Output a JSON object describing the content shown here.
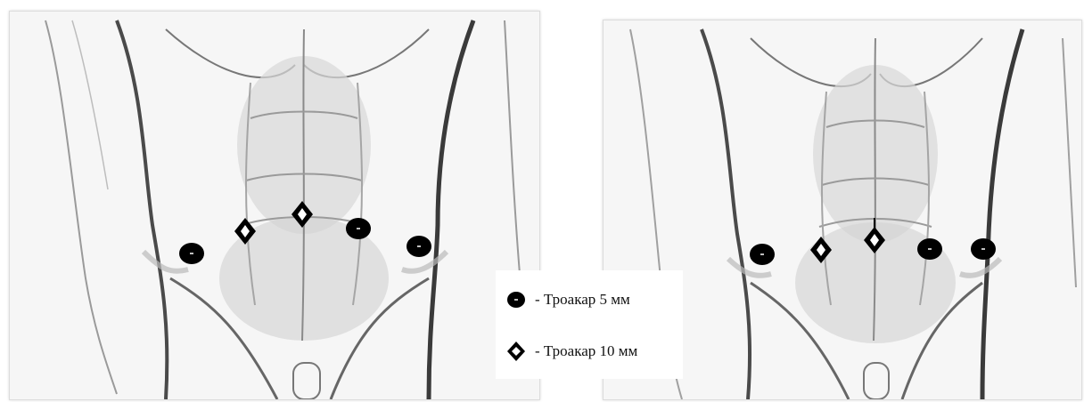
{
  "legend": {
    "items": [
      {
        "icon": "trocar-5mm-dot-icon",
        "label": "- Троакар 5 мм"
      },
      {
        "icon": "trocar-10mm-diamond-icon",
        "label": "- Троакар 10 мм"
      }
    ]
  },
  "colors": {
    "marker": "#000000",
    "marker_center": "#ffffff",
    "sketch_line": "#555555",
    "sketch_shade": "#c9c9c9",
    "background": "#f6f6f6"
  },
  "panels": [
    {
      "id": "left",
      "ports": [
        "5mm",
        "10mm",
        "10mm",
        "5mm",
        "5mm"
      ]
    },
    {
      "id": "right",
      "ports": [
        "5mm",
        "10mm",
        "10mm",
        "5mm",
        "5mm"
      ]
    }
  ]
}
